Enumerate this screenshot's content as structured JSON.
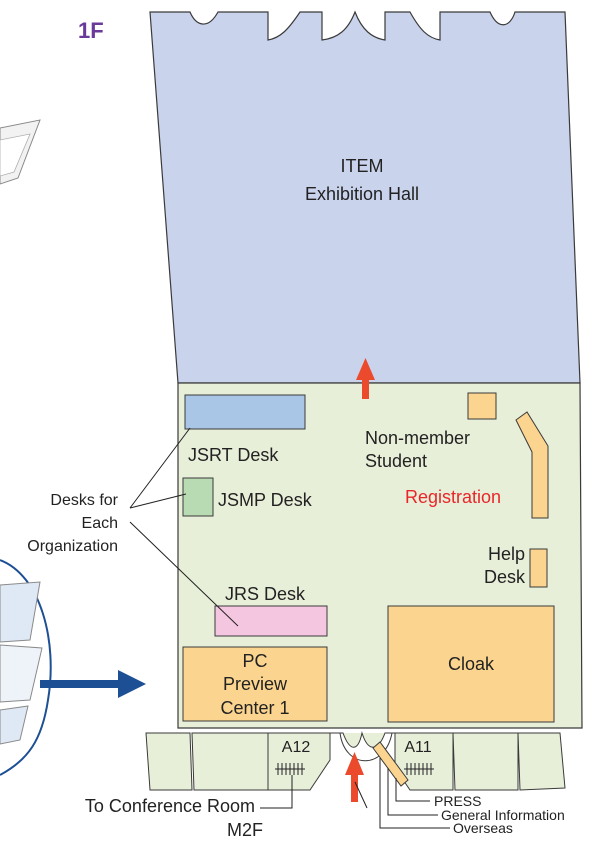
{
  "floor_label": "1F",
  "rooms": {
    "exhibition_hall": {
      "line1": "ITEM",
      "line2": "Exhibition Hall"
    },
    "jsrt_desk": "JSRT Desk",
    "jsmp_desk": "JSMP Desk",
    "jrs_desk": "JRS Desk",
    "non_member": {
      "line1": "Non-member",
      "line2": "Student"
    },
    "registration": "Registration",
    "help_desk": {
      "line1": "Help",
      "line2": "Desk"
    },
    "cloak": "Cloak",
    "pc_preview": {
      "line1": "PC",
      "line2": "Preview",
      "line3": "Center 1"
    },
    "a12": "A12",
    "a11": "A11"
  },
  "callouts": {
    "desks_for_each": {
      "line1": "Desks for",
      "line2": "Each",
      "line3": "Organization"
    },
    "to_conference": {
      "line1": "To Conference Room",
      "line2": "M2F"
    },
    "press": "PRESS",
    "general_information": "General  Information",
    "overseas": "Overseas"
  },
  "colors": {
    "hall_fill": "#c9d3ec",
    "lobby_fill": "#e8efd9",
    "desk_orange": "#fbd48f",
    "jsrt_blue": "#a9c6e6",
    "jsmp_green": "#b9dbb3",
    "jrs_pink": "#f5c6df",
    "registration_red": "#e8262a",
    "floor_label_purple": "#6a3a9a",
    "arrow_red": "#ec4a2c",
    "arrow_navy": "#1d4f94"
  }
}
